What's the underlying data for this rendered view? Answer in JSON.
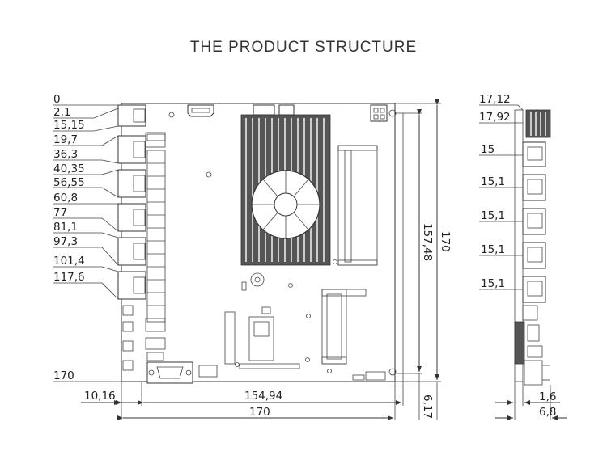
{
  "title": "THE PRODUCT STRUCTURE",
  "left_dimensions": [
    "0",
    "2,1",
    "15,15",
    "19,7",
    "36,3",
    "40,35",
    "56,55",
    "60,8",
    "77",
    "81,1",
    "97,3",
    "101,4",
    "117,6",
    "170"
  ],
  "bottom_dimensions": {
    "offset": "10,16",
    "inner_width": "154,94",
    "overall_width": "170"
  },
  "vertical_dimensions": {
    "inner_height": "157,48",
    "overall_height": "170",
    "bottom_gap": "6,17"
  },
  "side_view_dimensions": [
    "17,12",
    "17,92",
    "15",
    "15,1",
    "15,1",
    "15,1",
    "15,1",
    "1,6",
    "6,8"
  ]
}
